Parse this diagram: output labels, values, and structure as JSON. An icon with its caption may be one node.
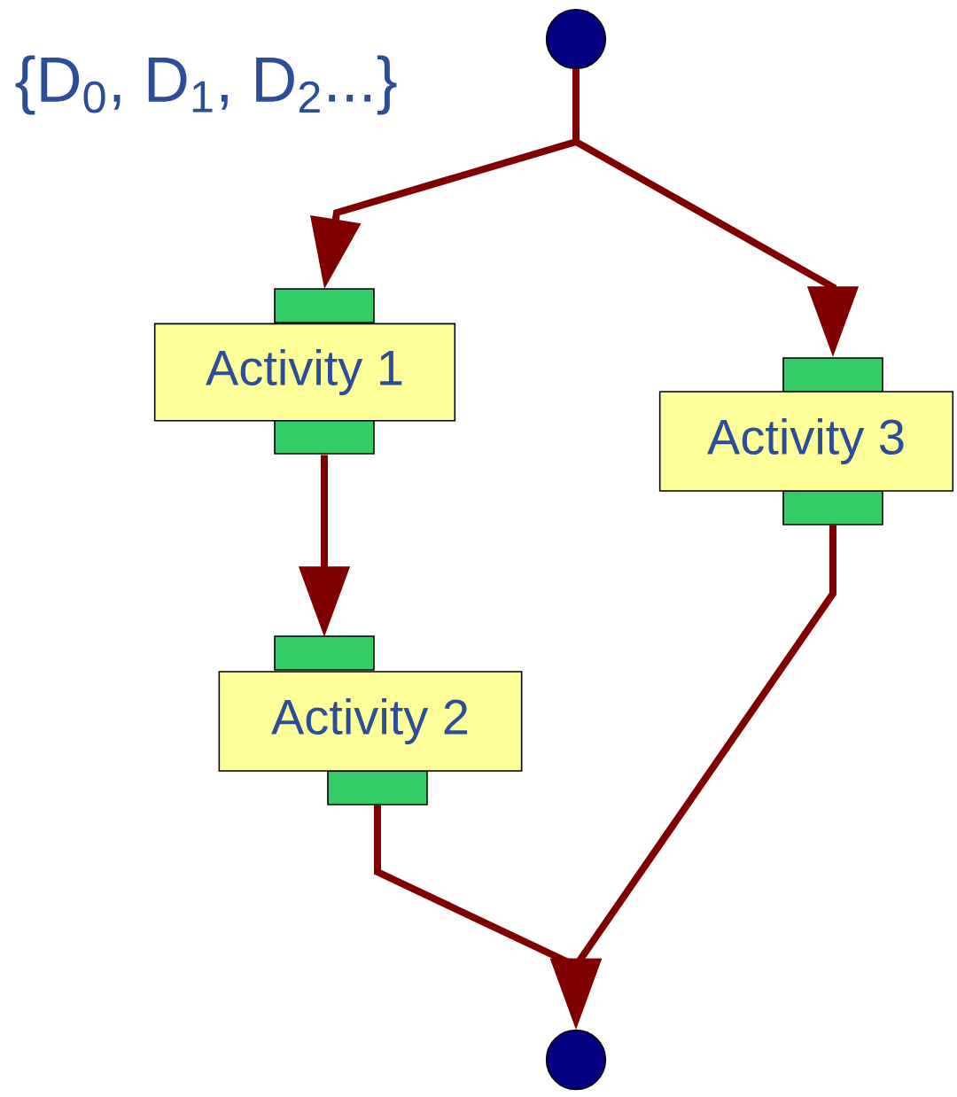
{
  "diagram": {
    "nodes": [
      {
        "text": [],
        "shape": "circle"
      },
      {
        "text": [
          "Activity 1"
        ]
      },
      {
        "text": [
          "Activity 3"
        ]
      },
      {
        "text": [
          "Activity 2"
        ]
      },
      {
        "text": [],
        "shape": "circle"
      }
    ],
    "edges": [
      {
        "from": 0,
        "to": 1,
        "arrow": "to"
      },
      {
        "from": 0,
        "to": 2,
        "arrow": "to"
      },
      {
        "from": 1,
        "to": 3,
        "arrow": "to"
      },
      {
        "from": 3,
        "to": 4,
        "arrow": "to"
      },
      {
        "from": 2,
        "to": 4,
        "arrow": "to"
      }
    ],
    "labels": [
      "{D$_{0}$, D$_{1}$, D$_{2}$...}"
    ]
  }
}
